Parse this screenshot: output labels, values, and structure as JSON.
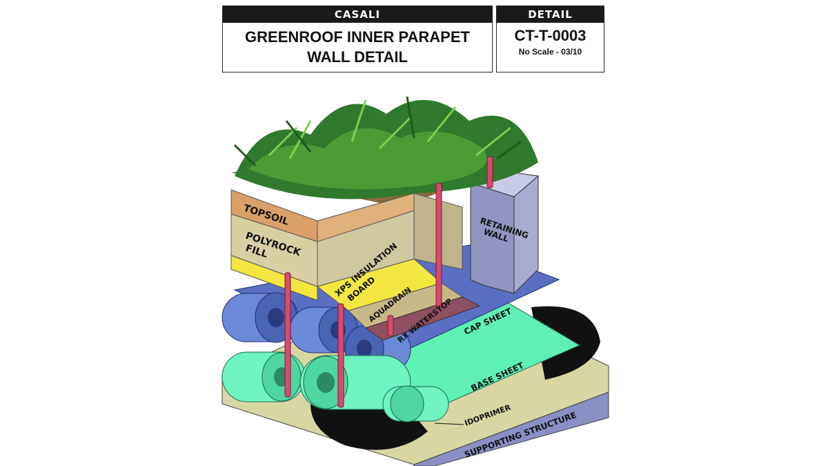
{
  "header": {
    "brand": "CASALI",
    "title_line1": "GREENROOF INNER PARAPET",
    "title_line2": "WALL DETAIL",
    "detail_label": "DETAIL",
    "code": "CT-T-0003",
    "scale": "No Scale - 03/10"
  },
  "labels": {
    "topsoil": "TOPSOIL",
    "polyrock_1": "POLYROCK",
    "polyrock_2": "FILL",
    "xps_1": "XPS INSULATION",
    "xps_2": "BOARD",
    "aquadrain": "AQUADRAIN",
    "waterstop": "RX WATERSTOP",
    "retaining_1": "RETAINING",
    "retaining_2": "WALL",
    "cap_sheet": "CAP SHEET",
    "base_sheet": "BASE SHEET",
    "primer": "IDOPRIMER",
    "supporting": "SUPPORTING STRUCTURE"
  },
  "colors": {
    "topsoil": "#d9a068",
    "polyrock": "#d8cfa2",
    "xps": "#f2e640",
    "retaining": "#8f95bf",
    "cap_sheet": "#5a6fc4",
    "base_sheet": "#5ff0b6",
    "concrete": "#d8d7a4",
    "supporting": "#8a8fc4",
    "pipe": "#d94a6b",
    "foliage": "#2f7a2c"
  }
}
